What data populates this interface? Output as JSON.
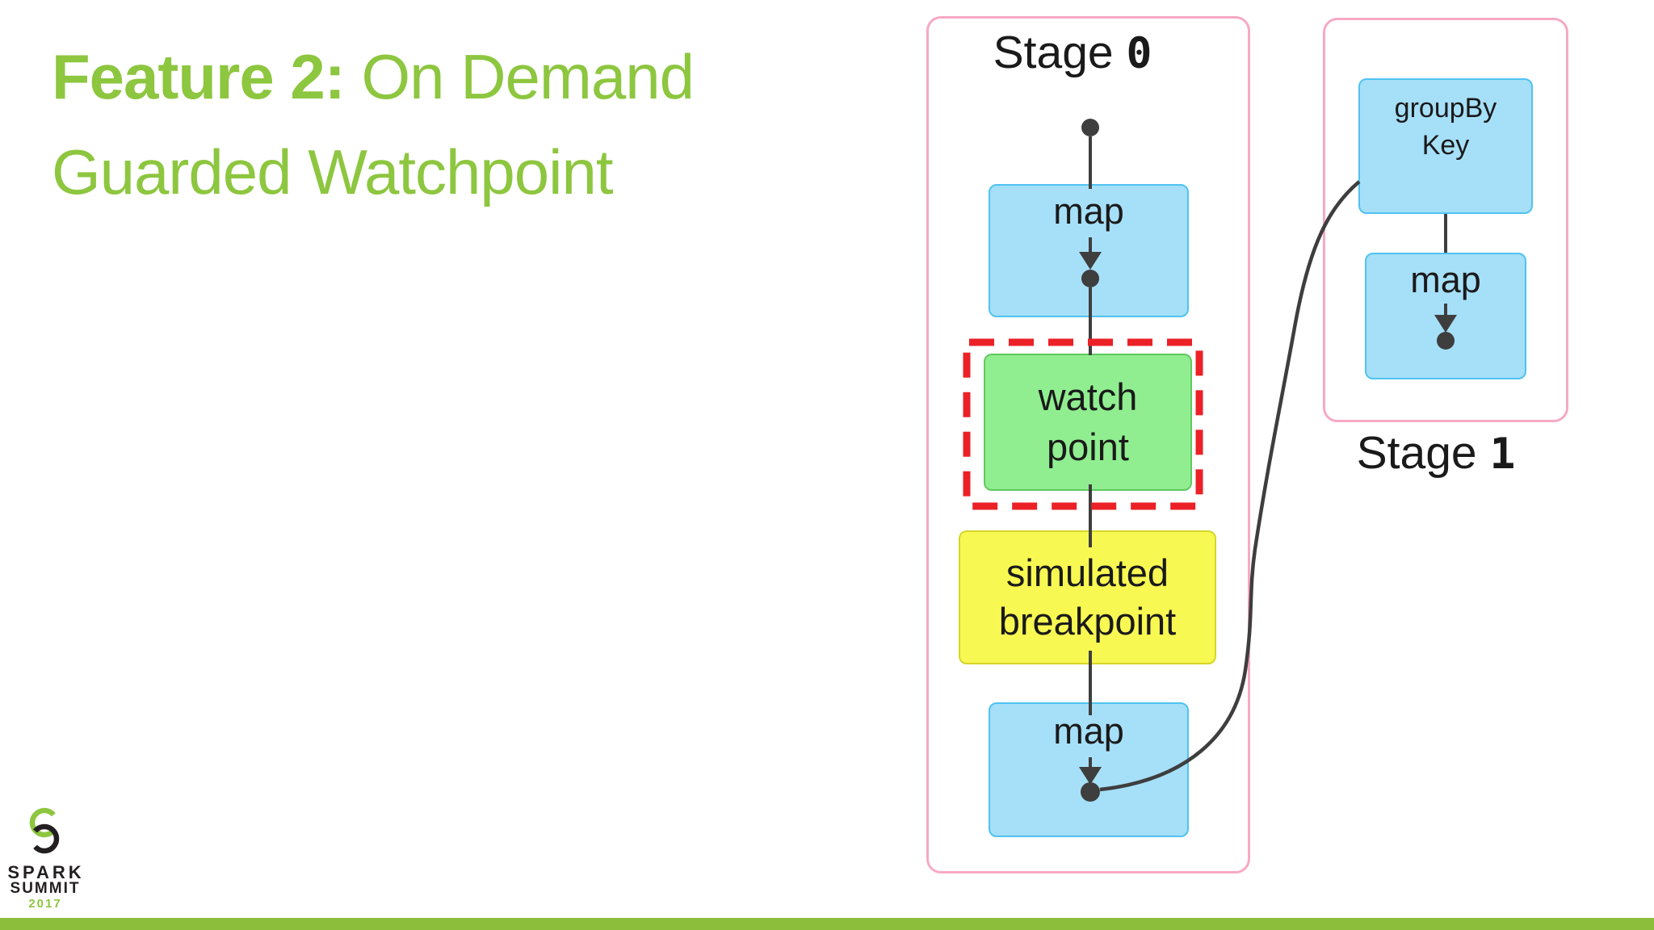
{
  "colors": {
    "title_green": "#8DC63F",
    "bar_green": "#8CBE3B",
    "blue_fill": "#A6DFF8",
    "blue_border": "#4FC3F2",
    "green_fill": "#90EE90",
    "green_border": "#5FC95F",
    "yellow_fill": "#F8F852",
    "yellow_border": "#D6D62A",
    "pink_border": "#F6A9C4",
    "red_dash": "#EB2127",
    "line_gray": "#3E3E3E",
    "text_black": "#1A1A1A"
  },
  "title": {
    "line1_bold": "Feature 2:",
    "line1_rest": " On Demand",
    "line2": "Guarded Watchpoint"
  },
  "stage0": {
    "label_word": "Stage ",
    "label_number": "0",
    "map_top_label": "map",
    "watchpoint_label": "watch\npoint",
    "breakpoint_label": "simulated\nbreakpoint",
    "map_bottom_label": "map"
  },
  "stage1": {
    "label_word": "Stage ",
    "label_number": "1",
    "groupby_label": "groupBy\nKey",
    "map_label": "map"
  },
  "footer": {
    "logo_line1": "SPARK",
    "logo_line2": "SUMMIT",
    "logo_year": "2017"
  }
}
